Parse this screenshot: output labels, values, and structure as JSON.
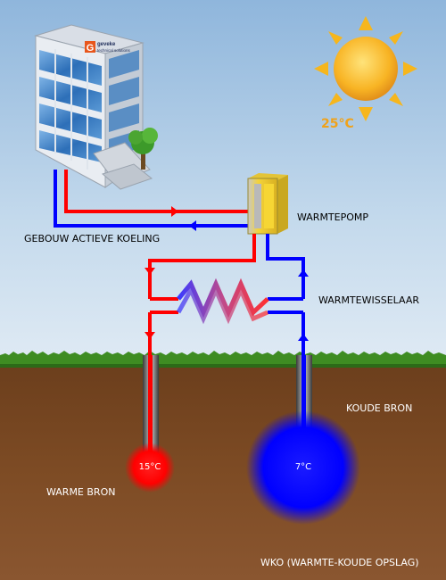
{
  "logo": {
    "brand": "geveke",
    "tagline": "technical solutions",
    "letter": "G"
  },
  "labels": {
    "building": "GEBOUW ACTIEVE KOELING",
    "heat_pump": "WARMTEPOMP",
    "heat_exchanger": "WARMTEWISSELAAR",
    "cold_source": "KOUDE BRON",
    "warm_source": "WARME BRON",
    "system": "WKO (WARMTE-KOUDE OPSLAG)"
  },
  "temperatures": {
    "outside": "25°C",
    "warm_source": "15°C",
    "cold_source": "7°C"
  },
  "colors": {
    "sky": "#a9c8e3",
    "warm_pipe": "#ff0000",
    "cold_pipe": "#0000ff",
    "soil": "#7a4a24",
    "grass": "#3f8a24",
    "sun": "#f7b21e",
    "heat_pump": "#f2cf2a"
  }
}
